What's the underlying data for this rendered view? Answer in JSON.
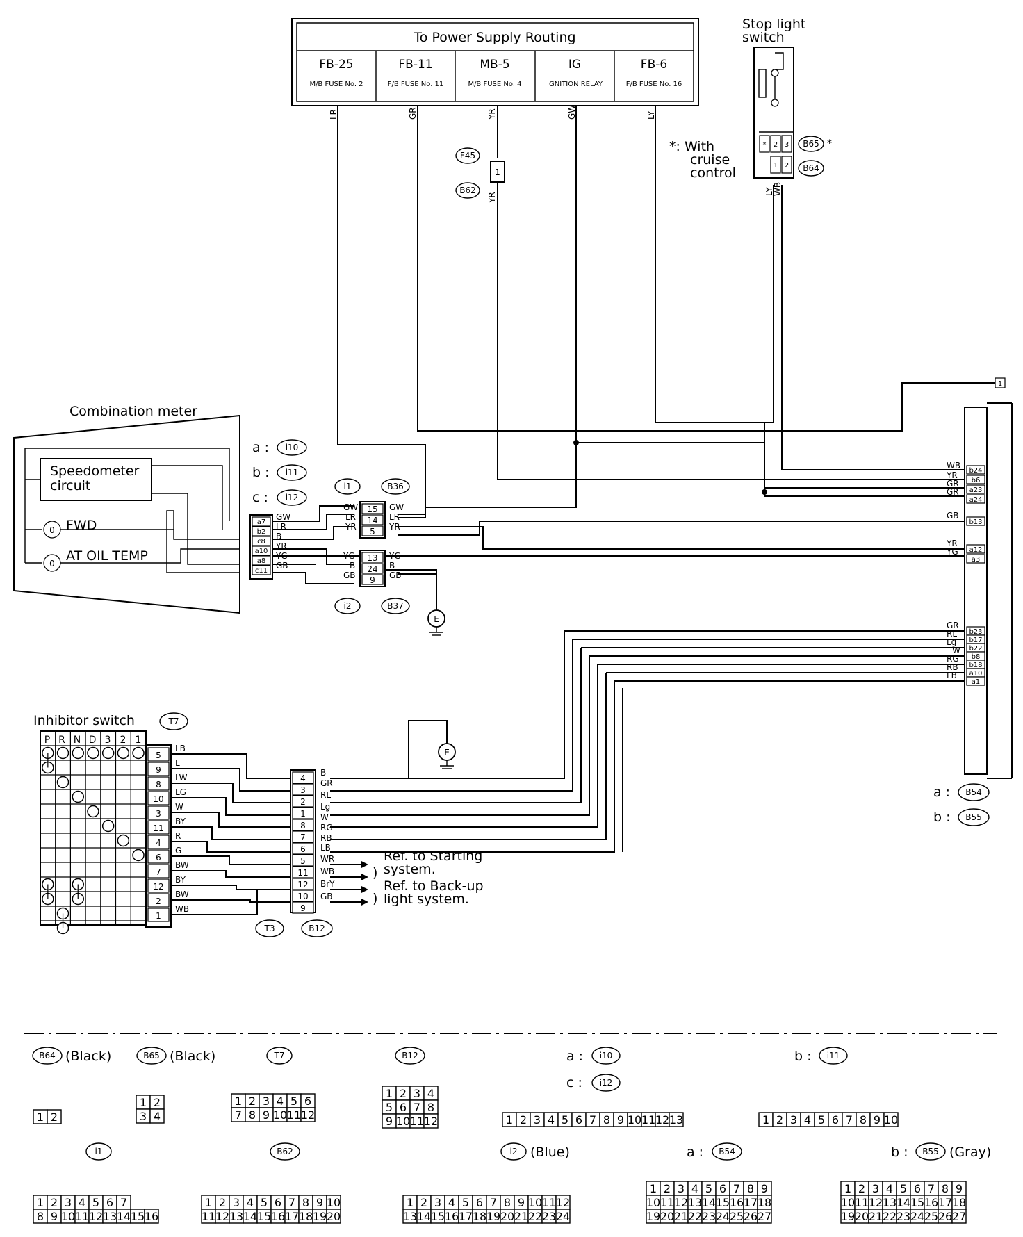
{
  "power_supply": {
    "title": "To Power Supply Routing",
    "fuses": [
      {
        "id": "FB-25",
        "desc": "M/B FUSE No. 2"
      },
      {
        "id": "FB-11",
        "desc": "F/B FUSE No. 11"
      },
      {
        "id": "MB-5",
        "desc": "M/B FUSE No. 4"
      },
      {
        "id": "IG",
        "desc": "IGNITION RELAY"
      },
      {
        "id": "FB-6",
        "desc": "F/B FUSE No. 16"
      }
    ],
    "wires": [
      "LR",
      "GR",
      "YR",
      "GW",
      "LY"
    ]
  },
  "stop_light": {
    "title_line1": "Stop light",
    "title_line2": "switch",
    "conn_b65": "B65",
    "conn_b64": "B64",
    "star": "*",
    "note_line1": "*: With",
    "note_line2": "cruise",
    "note_line3": "control",
    "wire_ly": "LY",
    "wire_wb": "WB",
    "pins": [
      "*",
      "2",
      "3",
      "1",
      "2"
    ]
  },
  "fuse_f45": {
    "conn_top": "F45",
    "conn_bottom": "B62",
    "pin": "1",
    "wire": "YR"
  },
  "combination_meter": {
    "title": "Combination meter",
    "speedo_line1": "Speedometer",
    "speedo_line2": "circuit",
    "fwd": "FWD",
    "oil_temp": "AT OIL TEMP",
    "gauge": "0",
    "conn_a": "a :",
    "conn_a_id": "i10",
    "conn_b": "b :",
    "conn_b_id": "i11",
    "conn_c": "c :",
    "conn_c_id": "i12",
    "pins": [
      "a7",
      "b2",
      "c8",
      "a10",
      "a8",
      "c11"
    ],
    "wires": [
      "GW",
      "LR",
      "B",
      "YR",
      "YG",
      "GB"
    ]
  },
  "joint_i1_b36": {
    "conn_left": "i1",
    "conn_right": "B36",
    "pins": [
      "15",
      "14",
      "5"
    ],
    "wires_left": [
      "GW",
      "LR",
      "YR"
    ],
    "wires_right": [
      "GW",
      "LR",
      "YR"
    ]
  },
  "joint_i2_b37": {
    "conn_left": "i2",
    "conn_right": "B37",
    "pins": [
      "13",
      "24",
      "9"
    ],
    "wires_left": [
      "YG",
      "B",
      "GB"
    ],
    "wires_right": [
      "YG",
      "B",
      "GB"
    ]
  },
  "ground": "E",
  "ecu_connector": {
    "jump": "1",
    "upper_pins": [
      "b24",
      "b6",
      "a23",
      "a24",
      "b13",
      "a12",
      "a3"
    ],
    "upper_wires": [
      "WB",
      "YR",
      "GR",
      "GR",
      "GB",
      "YR",
      "YG"
    ],
    "lower_pins": [
      "b23",
      "b17",
      "b22",
      "b8",
      "b18",
      "a10",
      "a1"
    ],
    "lower_wires": [
      "GR",
      "RL",
      "Lg",
      "W",
      "RG",
      "RB",
      "LB"
    ],
    "note_a": "a :",
    "note_a_id": "B54",
    "note_b": "b :",
    "note_b_id": "B55"
  },
  "inhibitor": {
    "title": "Inhibitor switch",
    "conn": "T7",
    "positions": [
      "P",
      "R",
      "N",
      "D",
      "3",
      "2",
      "1"
    ],
    "pins": [
      "5",
      "9",
      "8",
      "10",
      "3",
      "11",
      "4",
      "6",
      "7",
      "12",
      "2",
      "1"
    ],
    "wires": [
      "LB",
      "L",
      "LW",
      "LG",
      "W",
      "BY",
      "R",
      "G",
      "BW",
      "BY",
      "BW",
      "WB"
    ]
  },
  "conn_b12": {
    "conn_left": "T3",
    "conn_right": "B12",
    "pins": [
      "4",
      "3",
      "2",
      "1",
      "8",
      "7",
      "6",
      "5",
      "11",
      "12",
      "10",
      "9"
    ],
    "wires": [
      "B",
      "GR",
      "RL",
      "Lg",
      "W",
      "RG",
      "RB",
      "LB",
      "WR",
      "WB",
      "BrY",
      "GB"
    ],
    "ref1_line1": "Ref. to Starting",
    "ref1_line2": "system.",
    "ref2_line1": "Ref. to Back-up",
    "ref2_line2": "light system."
  },
  "legend": {
    "b64": "B64",
    "b64_color": "(Black)",
    "b65": "B65",
    "b65_color": "(Black)",
    "t7": "T7",
    "b12": "B12",
    "a_i10": "a :",
    "i10": "i10",
    "c_i12": "c :",
    "i12": "i12",
    "b_i11": "b :",
    "i11": "i11",
    "i1": "i1",
    "b62": "B62",
    "i2": "i2",
    "i2_color": "(Blue)",
    "a_b54": "a :",
    "b54": "B54",
    "b_b55": "b :",
    "b55": "B55",
    "b55_color": "(Gray)"
  }
}
